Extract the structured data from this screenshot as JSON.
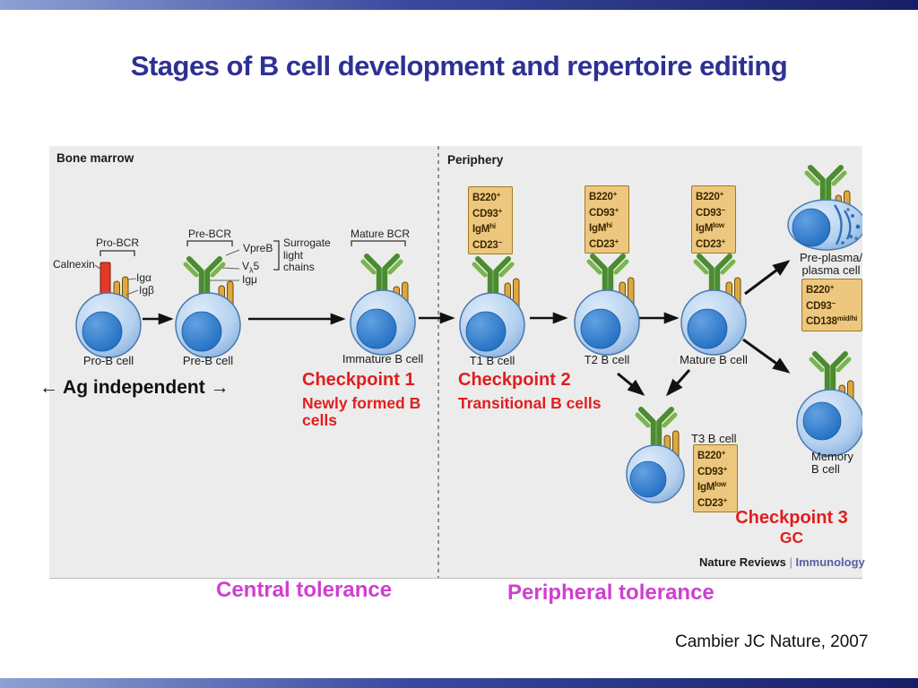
{
  "slide": {
    "title": "Stages of B cell development and repertoire editing",
    "ag_independent": "← Ag independent →",
    "central_tolerance": "Central tolerance",
    "peripheral_tolerance": "Peripheral tolerance",
    "citation": "Cambier JC Nature, 2007"
  },
  "figure": {
    "sections": {
      "bone_marrow": "Bone marrow",
      "periphery": "Periphery"
    },
    "receptors": {
      "pro_bcr": "Pro-BCR",
      "calnexin": "Calnexin",
      "ig_alpha": "Igα",
      "ig_beta": "Igβ",
      "pre_bcr": "Pre-BCR",
      "vpreb": "VpreB",
      "v_lambda_pre": "V",
      "v_lambda_sub": "λ",
      "v_lambda_post": "5",
      "ig_mu": "Igμ",
      "surrogate_line1": "Surrogate",
      "surrogate_line2": "light",
      "surrogate_line3": "chains",
      "mature_bcr": "Mature BCR"
    },
    "cells": {
      "pro_b": "Pro-B cell",
      "pre_b": "Pre-B cell",
      "immature": "Immature B cell",
      "t1": "T1 B cell",
      "t2": "T2 B cell",
      "mature": "Mature B cell",
      "t3": "T3 B cell",
      "pre_plasma_1": "Pre-plasma/",
      "pre_plasma_2": "plasma cell",
      "memory_1": "Memory",
      "memory_2": "B cell"
    },
    "markers": {
      "t1": {
        "l1": {
          "t": "B220",
          "s": "+"
        },
        "l2": {
          "t": "CD93",
          "s": "+"
        },
        "l3": {
          "t": "IgM",
          "s": "hi"
        },
        "l4": {
          "t": "CD23",
          "s": "−"
        }
      },
      "t2": {
        "l1": {
          "t": "B220",
          "s": "+"
        },
        "l2": {
          "t": "CD93",
          "s": "+"
        },
        "l3": {
          "t": "IgM",
          "s": "hi"
        },
        "l4": {
          "t": "CD23",
          "s": "+"
        }
      },
      "mature": {
        "l1": {
          "t": "B220",
          "s": "+"
        },
        "l2": {
          "t": "CD93",
          "s": "−"
        },
        "l3": {
          "t": "IgM",
          "s": "low"
        },
        "l4": {
          "t": "CD23",
          "s": "+"
        }
      },
      "pre_plasma": {
        "l1": {
          "t": "B220",
          "s": "+"
        },
        "l2": {
          "t": "CD93",
          "s": "−"
        },
        "l3": {
          "t": "CD138",
          "s": "mid/hi"
        }
      },
      "t3": {
        "l1": {
          "t": "B220",
          "s": "+"
        },
        "l2": {
          "t": "CD93",
          "s": "+"
        },
        "l3": {
          "t": "IgM",
          "s": "low"
        },
        "l4": {
          "t": "CD23",
          "s": "+"
        }
      }
    },
    "checkpoints": {
      "c1": {
        "title": "Checkpoint 1",
        "sub": "Newly formed B cells"
      },
      "c2": {
        "title": "Checkpoint 2",
        "sub": "Transitional B cells"
      },
      "c3": {
        "title": "Checkpoint 3",
        "sub": "GC"
      }
    },
    "journal": {
      "name": "Nature Reviews",
      "sep": "|",
      "field": "Immunology"
    }
  },
  "colors": {
    "title_navy": "#2e3192",
    "checkpoint_red": "#e21d1d",
    "tolerance_magenta": "#cf3fcf",
    "panel_bg": "#ececec",
    "marker_box_fill": "#eec77f",
    "marker_box_border": "#a07a20",
    "cell_blue": "#9cc0e8",
    "nucleus_blue": "#1e6cc0",
    "receptor_green": "#4a8c2f",
    "ig_orange": "#dfa83e",
    "calnexin_red": "#e23b28",
    "journal_purple": "#5c5ea6"
  }
}
